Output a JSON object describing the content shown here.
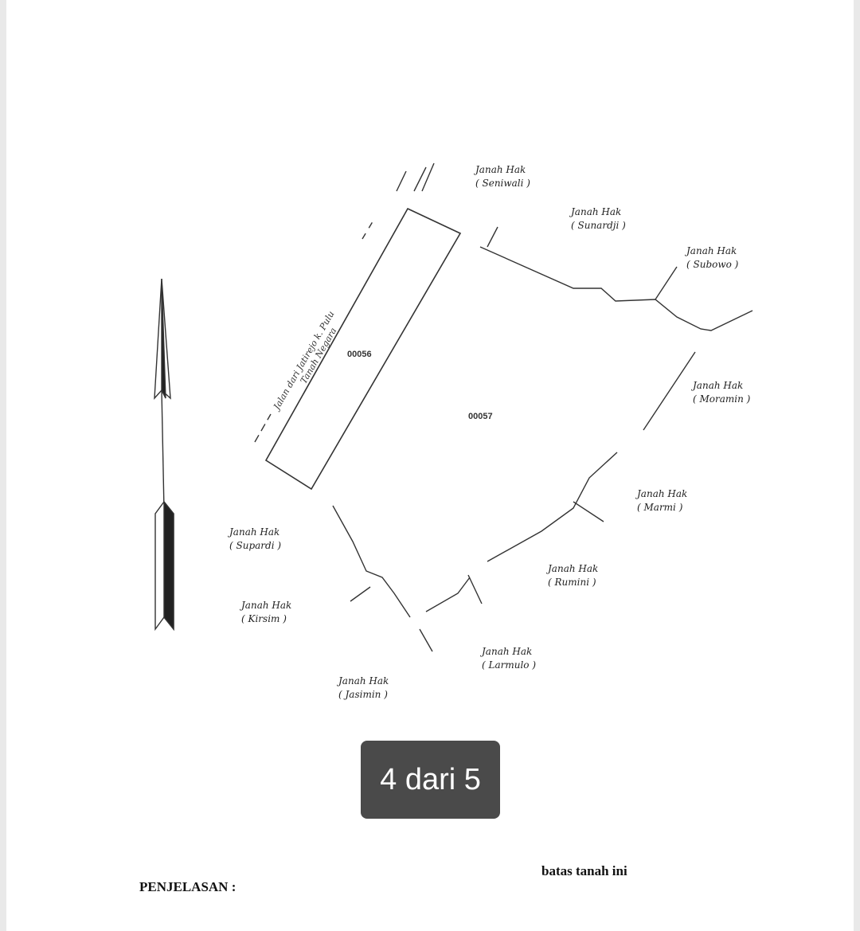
{
  "parcels": {
    "left_id": "00056",
    "main_id": "00057"
  },
  "road_label": {
    "line1": "Jalan dari Jatirejo k. Pulu",
    "line2": "Tanah Negara"
  },
  "neighbors": [
    {
      "title": "Janah Hak",
      "owner": "( Seniwali )"
    },
    {
      "title": "Janah Hak",
      "owner": "( Sunardji )"
    },
    {
      "title": "Janah Hak",
      "owner": "( Subowo )"
    },
    {
      "title": "Janah Hak",
      "owner": "( Moramin )"
    },
    {
      "title": "Janah Hak",
      "owner": "( Marmi )"
    },
    {
      "title": "Janah Hak",
      "owner": "( Rumini )"
    },
    {
      "title": "Janah Hak",
      "owner": "( Larmulo )"
    },
    {
      "title": "Janah Hak",
      "owner": "( Jasimin )"
    },
    {
      "title": "Janah Hak",
      "owner": "( Kirsim )"
    },
    {
      "title": "Janah Hak",
      "owner": "( Supardi )"
    }
  ],
  "footer": {
    "explanation": "PENJELASAN :",
    "legend": "batas tanah ini"
  },
  "pager": {
    "label": "4 dari 5"
  }
}
